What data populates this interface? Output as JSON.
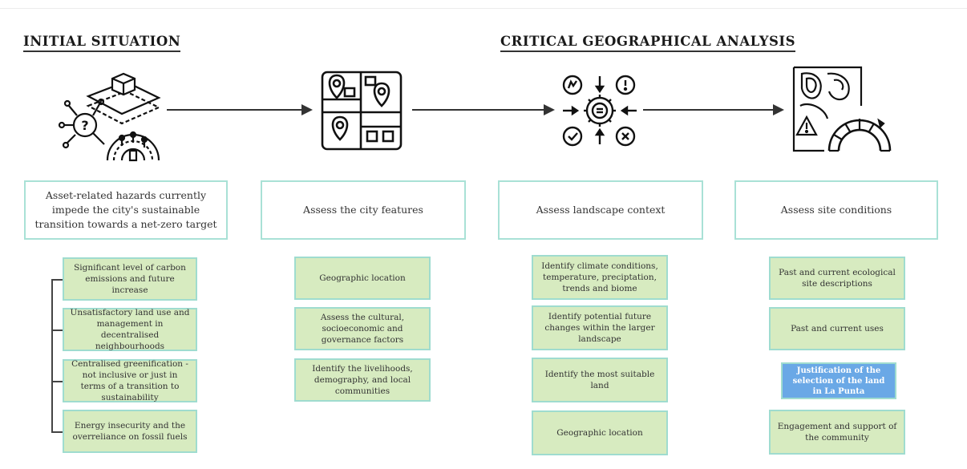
{
  "headings": {
    "initial": "INITIAL SITUATION",
    "critical": "CRITICAL GEOGRAPHICAL ANALYSIS"
  },
  "main_boxes": [
    "Asset-related hazards currently impede the city's sustainable transition towards a net-zero target",
    "Assess the city features",
    "Assess landscape context",
    "Assess site conditions"
  ],
  "col1": [
    "Significant level of carbon emissions and future increase",
    "Unsatisfactory land use and management in decentralised neighbourhoods",
    "Centralised  greenification - not inclusive or just in terms of a transition to sustainability",
    "Energy insecurity and the overreliance on fossil fuels"
  ],
  "col2": [
    "Geographic location",
    "Assess the cultural, socioeconomic and governance factors",
    "Identify the livelihoods, demography, and local communities"
  ],
  "col3": [
    "Identify climate conditions, temperature, preciptation, trends and biome",
    "Identify potential future changes within the larger landscape",
    "Identify the most suitable land",
    "Geographic location"
  ],
  "col4": [
    "Past and current ecological site descriptions",
    "Past and current uses",
    "Justification of the selection of the land in La Punta",
    "Engagement and support of the community"
  ],
  "colors": {
    "box_border": "#a9e1d6",
    "green_fill": "#d7ebc0",
    "blue_fill": "#6aa8e6"
  },
  "icons": [
    "hazard-analysis-icon",
    "city-map-icon",
    "gear-assessment-icon",
    "topographic-map-icon"
  ]
}
